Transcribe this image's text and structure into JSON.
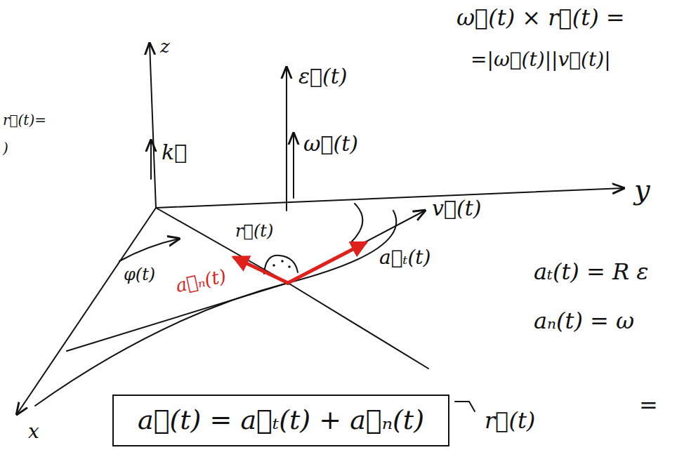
{
  "diagram": {
    "nodes": [
      {
        "text": [
          "a⃗(t) = a⃗ₜ(t) + a⃗ₙ(t)"
        ]
      }
    ],
    "edges": [],
    "labels": [
      "z",
      "k⃗",
      "ε⃗(t)",
      "ω⃗(t)",
      "y",
      "x",
      "r⃗(t)",
      "v⃗(t)",
      "φ(t)",
      "a⃗ₙ(t)",
      "a⃗ₜ(t)",
      "ω⃗(t) × r⃗(t) =",
      "=|ω⃗(t)||v⃗(t)|",
      "aₜ(t) = R ε",
      "aₙ(t) = ω",
      "=",
      "r⃗(t)",
      "r⃗(t)=",
      ")"
    ]
  }
}
